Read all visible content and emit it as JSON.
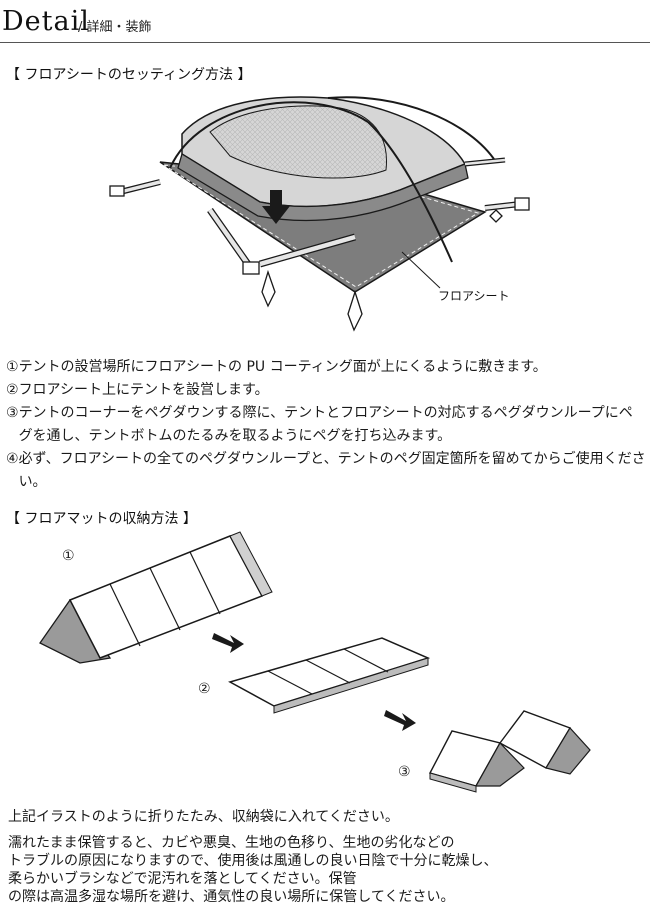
{
  "header": {
    "title": "Detail",
    "subtitle": "/ 詳細・装飾"
  },
  "setup_section": {
    "heading": "【 フロアシートのセッティング方法 】",
    "callout": "フロアシート",
    "steps": [
      {
        "num": "①",
        "text": "テントの設営場所にフロアシートの PU コーティング面が上にくるように敷きます。"
      },
      {
        "num": "②",
        "text": "フロアシート上にテントを設営します。"
      },
      {
        "num": "③",
        "text": "テントのコーナーをペグダウンする際に、テントとフロアシートの対応するペグダウンループにペグを通し、テントボトムのたるみを取るようにペグを打ち込みます。"
      },
      {
        "num": "④",
        "text": "必ず、フロアシートの全てのペグダウンループと、テントのペグ固定箇所を留めてからご使用ください。"
      }
    ]
  },
  "storage_section": {
    "heading": "【 フロアマットの収納方法 】",
    "figure_labels": [
      "①",
      "②",
      "③"
    ],
    "caption": "上記イラストのように折りたたみ、収納袋に入れてください。",
    "notes": [
      "濡れたまま保管すると、カビや悪臭、生地の色移り、生地の劣化などの",
      "トラブルの原因になりますので、使用後は風通しの良い日陰で十分に乾燥し、",
      "柔らかいブラシなどで泥汚れを落としてください。保管",
      "の際は高温多湿な場所を避け、通気性の良い場所に保管してください。"
    ]
  },
  "colors": {
    "floor_sheet": "#7d7d7d",
    "tent_fabric": "#d6d6d6",
    "tent_band": "#8a8a8a",
    "line": "#1a1a1a"
  }
}
